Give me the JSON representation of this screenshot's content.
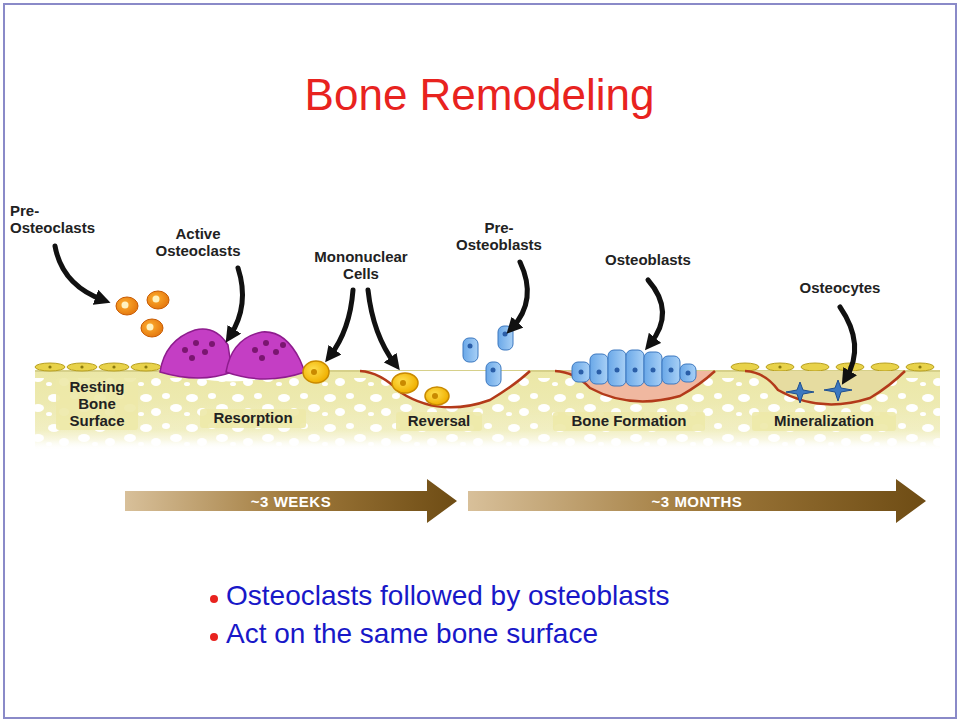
{
  "diagram": {
    "title": "Bone Remodeling",
    "nodes": [
      {
        "text": [
          "~3 WEEKS"
        ]
      },
      {
        "text": [
          "~3 MONTHS"
        ]
      }
    ],
    "labels": [
      "Pre- Osteoclasts",
      "Active Osteoclasts",
      "Mononuclear Cells",
      "Pre- Osteoblasts",
      "Osteoblasts",
      "Osteocytes",
      "Resting Bone Surface",
      "Resorption",
      "Reversal",
      "Bone Formation",
      "Mineralization",
      "Osteoclasts followed by osteoblasts",
      "Act on the same bone surface"
    ]
  }
}
